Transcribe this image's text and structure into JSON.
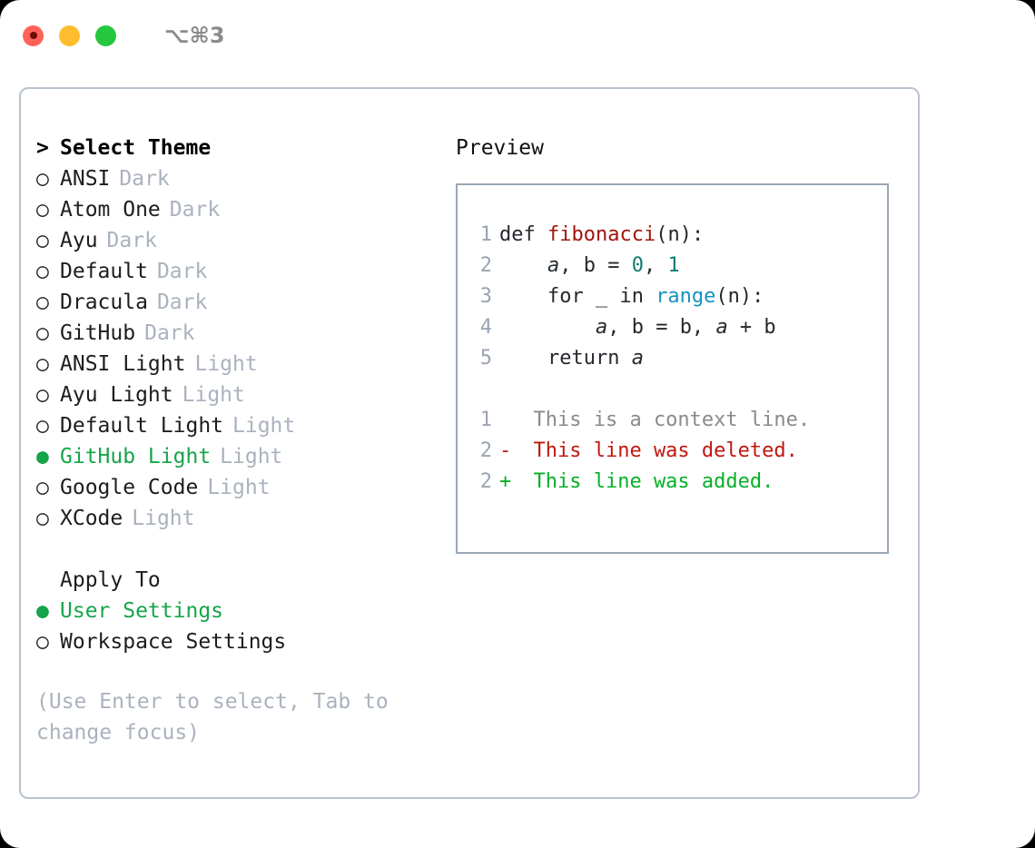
{
  "window": {
    "shortcut": "⌥⌘3",
    "traffic_lights": [
      {
        "name": "close",
        "color": "#ff6259"
      },
      {
        "name": "minimize",
        "color": "#ffbd2e"
      },
      {
        "name": "maximize",
        "color": "#25c73e"
      }
    ]
  },
  "theme_picker": {
    "caret": ">",
    "title": "Select Theme",
    "radio_on": "●",
    "radio_off": "○",
    "items": [
      {
        "name": "ANSI",
        "kind": "Dark",
        "selected": false
      },
      {
        "name": "Atom One",
        "kind": "Dark",
        "selected": false
      },
      {
        "name": "Ayu",
        "kind": "Dark",
        "selected": false
      },
      {
        "name": "Default",
        "kind": "Dark",
        "selected": false
      },
      {
        "name": "Dracula",
        "kind": "Dark",
        "selected": false
      },
      {
        "name": "GitHub",
        "kind": "Dark",
        "selected": false
      },
      {
        "name": "ANSI Light",
        "kind": "Light",
        "selected": false
      },
      {
        "name": "Ayu Light",
        "kind": "Light",
        "selected": false
      },
      {
        "name": "Default Light",
        "kind": "Light",
        "selected": false
      },
      {
        "name": "GitHub Light",
        "kind": "Light",
        "selected": true
      },
      {
        "name": "Google Code",
        "kind": "Light",
        "selected": false
      },
      {
        "name": "XCode",
        "kind": "Light",
        "selected": false
      }
    ]
  },
  "apply_to": {
    "title": "Apply To",
    "options": [
      {
        "label": "User Settings",
        "selected": true
      },
      {
        "label": "Workspace Settings",
        "selected": false
      }
    ]
  },
  "hint": "(Use Enter to select, Tab to change focus)",
  "preview": {
    "title": "Preview",
    "code_lines": [
      {
        "no": "1",
        "tokens": [
          {
            "t": "def ",
            "c": "kw"
          },
          {
            "t": "fibonacci",
            "c": "fn"
          },
          {
            "t": "(n):",
            "c": "plain"
          }
        ]
      },
      {
        "no": "2",
        "tokens": [
          {
            "t": "    ",
            "c": "plain"
          },
          {
            "t": "a",
            "c": "var"
          },
          {
            "t": ", ",
            "c": "plain"
          },
          {
            "t": "b",
            "c": "plain"
          },
          {
            "t": " = ",
            "c": "plain"
          },
          {
            "t": "0",
            "c": "num"
          },
          {
            "t": ", ",
            "c": "plain"
          },
          {
            "t": "1",
            "c": "num"
          }
        ]
      },
      {
        "no": "3",
        "tokens": [
          {
            "t": "    for _ in ",
            "c": "plain"
          },
          {
            "t": "range",
            "c": "bi"
          },
          {
            "t": "(n):",
            "c": "plain"
          }
        ]
      },
      {
        "no": "4",
        "tokens": [
          {
            "t": "        ",
            "c": "plain"
          },
          {
            "t": "a",
            "c": "var"
          },
          {
            "t": ", b = b, ",
            "c": "plain"
          },
          {
            "t": "a",
            "c": "var"
          },
          {
            "t": " + b",
            "c": "plain"
          }
        ]
      },
      {
        "no": "5",
        "tokens": [
          {
            "t": "    return ",
            "c": "plain"
          },
          {
            "t": "a",
            "c": "var"
          }
        ]
      }
    ],
    "diff_lines": [
      {
        "no": "1",
        "marker": " ",
        "text": "This is a context line.",
        "kind": "ctx"
      },
      {
        "no": "2",
        "marker": "-",
        "text": "This line was deleted.",
        "kind": "del"
      },
      {
        "no": "2",
        "marker": "+",
        "text": "This line was added.",
        "kind": "add"
      }
    ]
  },
  "colors": {
    "accent_green": "#17a44a",
    "diff_add": "#06b026",
    "diff_del": "#c0170f",
    "muted": "#aab2be",
    "function_red": "#a0160f",
    "builtin_blue": "#1792c0",
    "number_teal": "#0f7a74",
    "border": "#b9c2cf"
  }
}
